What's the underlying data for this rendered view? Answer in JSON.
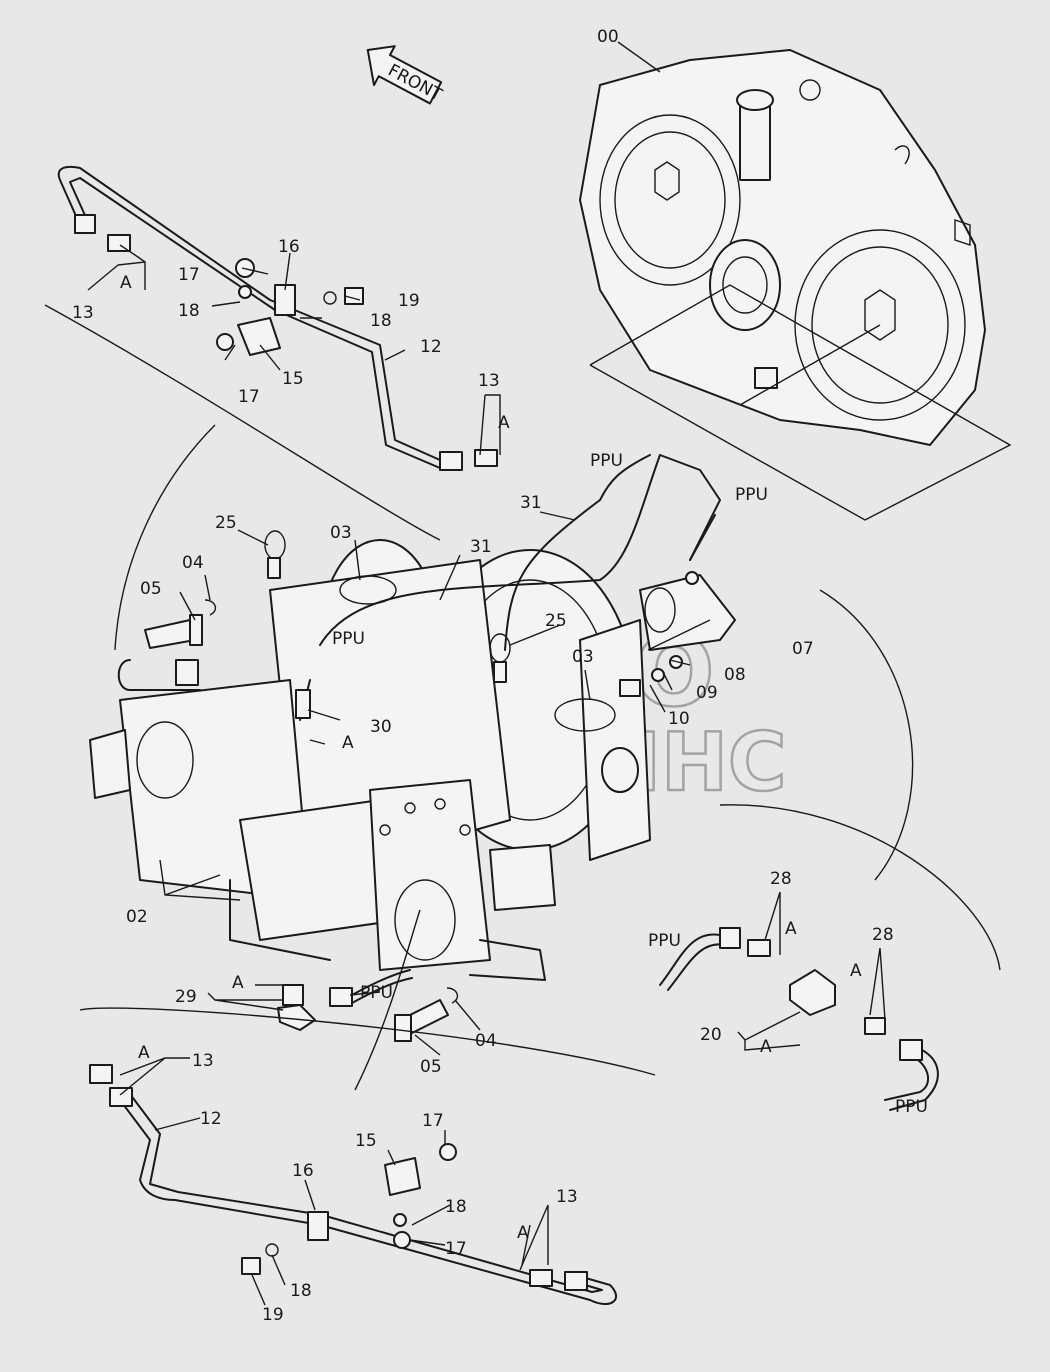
{
  "front_arrow_text": "FRONT",
  "watermark": {
    "line1": "АВТО",
    "line2": "АЛЬЯНС"
  },
  "callouts": [
    {
      "id": "00",
      "text": "00"
    },
    {
      "id": "13a",
      "text": "13"
    },
    {
      "id": "Aa",
      "text": "A"
    },
    {
      "id": "17a",
      "text": "17"
    },
    {
      "id": "16a",
      "text": "16"
    },
    {
      "id": "18a",
      "text": "18"
    },
    {
      "id": "19a",
      "text": "19"
    },
    {
      "id": "18b",
      "text": "18"
    },
    {
      "id": "17b",
      "text": "17"
    },
    {
      "id": "15a",
      "text": "15"
    },
    {
      "id": "12a",
      "text": "12"
    },
    {
      "id": "13b",
      "text": "13"
    },
    {
      "id": "Ab",
      "text": "A"
    },
    {
      "id": "PPUa",
      "text": "PPU"
    },
    {
      "id": "PPUb",
      "text": "PPU"
    },
    {
      "id": "31a",
      "text": "31"
    },
    {
      "id": "31b",
      "text": "31"
    },
    {
      "id": "25a",
      "text": "25"
    },
    {
      "id": "03a",
      "text": "03"
    },
    {
      "id": "04a",
      "text": "04"
    },
    {
      "id": "05a",
      "text": "05"
    },
    {
      "id": "PPUc",
      "text": "PPU"
    },
    {
      "id": "30",
      "text": "30"
    },
    {
      "id": "Ac",
      "text": "A"
    },
    {
      "id": "25b",
      "text": "25"
    },
    {
      "id": "03b",
      "text": "03"
    },
    {
      "id": "07",
      "text": "07"
    },
    {
      "id": "08",
      "text": "08"
    },
    {
      "id": "09",
      "text": "09"
    },
    {
      "id": "10",
      "text": "10"
    },
    {
      "id": "02",
      "text": "02"
    },
    {
      "id": "28a",
      "text": "28"
    },
    {
      "id": "Ad",
      "text": "A"
    },
    {
      "id": "PPUd",
      "text": "PPU"
    },
    {
      "id": "28b",
      "text": "28"
    },
    {
      "id": "Ae",
      "text": "A"
    },
    {
      "id": "29",
      "text": "29"
    },
    {
      "id": "Af",
      "text": "A"
    },
    {
      "id": "PPUe",
      "text": "PPU"
    },
    {
      "id": "04b",
      "text": "04"
    },
    {
      "id": "05b",
      "text": "05"
    },
    {
      "id": "20",
      "text": "20"
    },
    {
      "id": "Ag",
      "text": "A"
    },
    {
      "id": "PPUf",
      "text": "PPU"
    },
    {
      "id": "Ah",
      "text": "A"
    },
    {
      "id": "13c",
      "text": "13"
    },
    {
      "id": "12b",
      "text": "12"
    },
    {
      "id": "17c",
      "text": "17"
    },
    {
      "id": "15b",
      "text": "15"
    },
    {
      "id": "16b",
      "text": "16"
    },
    {
      "id": "18c",
      "text": "18"
    },
    {
      "id": "17d",
      "text": "17"
    },
    {
      "id": "13d",
      "text": "13"
    },
    {
      "id": "Ai",
      "text": "A"
    },
    {
      "id": "18d",
      "text": "18"
    },
    {
      "id": "19b",
      "text": "19"
    }
  ]
}
